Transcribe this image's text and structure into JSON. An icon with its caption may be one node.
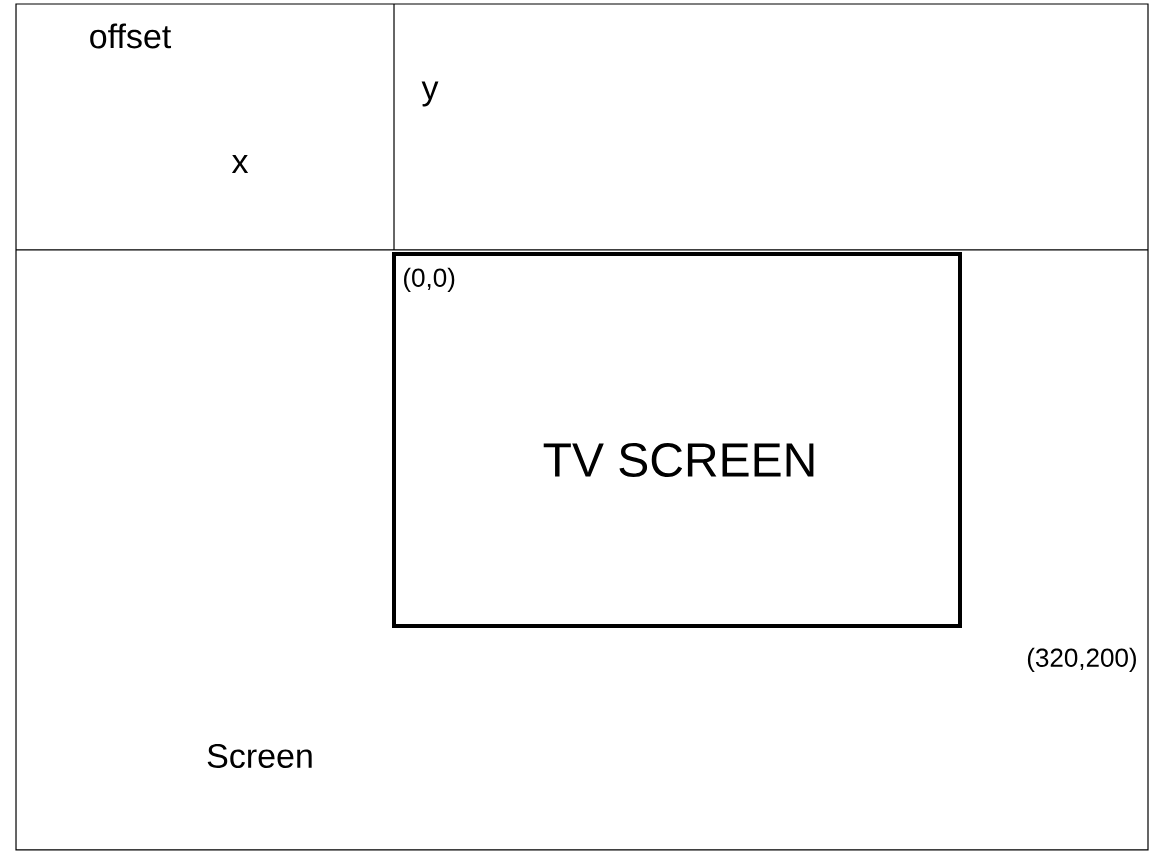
{
  "diagram": {
    "nodes": [
      {
        "text": [
          "Screen"
        ]
      },
      {
        "text": [
          "(0,0)",
          "TV SCREEN"
        ],
        "in": 0,
        "beside": [
          "(320,200)"
        ]
      }
    ],
    "labels": [
      "offset",
      "y",
      "x"
    ]
  }
}
